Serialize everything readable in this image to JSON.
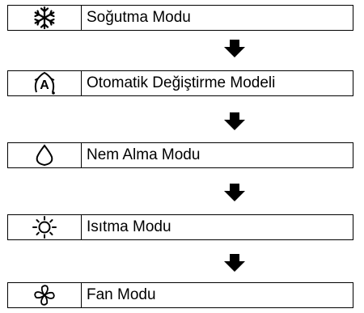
{
  "modes": [
    {
      "label": "Soğutma Modu",
      "icon": "snowflake-icon"
    },
    {
      "label": "Otomatik Değiştirme Modeli",
      "icon": "auto-mode-icon"
    },
    {
      "label": "Nem Alma Modu",
      "icon": "water-drop-icon"
    },
    {
      "label": "Isıtma Modu",
      "icon": "sun-icon"
    },
    {
      "label": "Fan Modu",
      "icon": "fan-icon"
    }
  ],
  "auto_icon_letter": "A",
  "colors": {
    "line": "#000000",
    "background": "#ffffff"
  }
}
